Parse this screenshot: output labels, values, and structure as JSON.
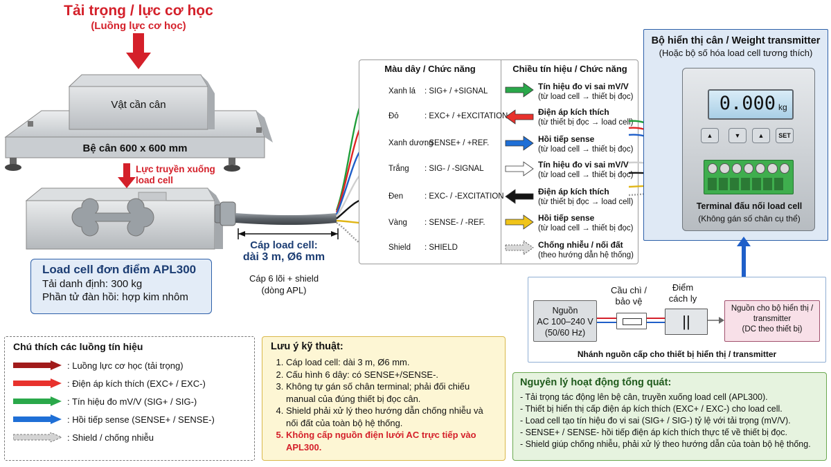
{
  "load": {
    "title": "Tải trọng / lực cơ học",
    "subtitle": "(Luồng lực cơ học)"
  },
  "object_label": "Vật cần cân",
  "platform_label": "Bệ cân 600 x 600 mm",
  "force_label": "Lực truyền xuống load cell",
  "loadcell_box": {
    "title": "Load cell đơn điểm APL300",
    "line1": "Tải danh định: 300 kg",
    "line2": "Phần tử đàn hồi: hợp kim nhôm"
  },
  "cable": {
    "title_line1": "Cáp load cell:",
    "title_line2": "dài 3 m, Ø6 mm",
    "note_line1": "Cáp 6 lõi + shield",
    "note_line2": "(dòng APL)"
  },
  "wire_table": {
    "col1_title": "Màu dây / Chức năng",
    "col2_title": "Chiều tín hiệu / Chức năng",
    "wires": [
      {
        "color_name": "Xanh lá",
        "function": ": SIG+ / +SIGNAL",
        "color": "#1f9e3a",
        "sig_title": "Tín hiệu đo vi sai mV/V",
        "sig_note": "(từ load cell → thiết bị đọc)"
      },
      {
        "color_name": "Đỏ",
        "function": ": EXC+ / +EXCITATION",
        "color": "#e02424",
        "sig_title": "Điện áp kích thích",
        "sig_note": "(từ thiết bị đọc → load cell)"
      },
      {
        "color_name": "Xanh dương",
        "function": ": SENSE+ / +REF.",
        "color": "#1f5fc9",
        "sig_title": "Hồi tiếp sense",
        "sig_note": "(từ load cell → thiết bị đọc)"
      },
      {
        "color_name": "Trắng",
        "function": ": SIG- / -SIGNAL",
        "color": "#ffffff",
        "sig_title": "Tín hiệu đo vi sai mV/V",
        "sig_note": "(từ load cell → thiết bị đọc)"
      },
      {
        "color_name": "Đen",
        "function": ": EXC- / -EXCITATION",
        "color": "#151515",
        "sig_title": "Điện áp kích thích",
        "sig_note": "(từ thiết bị đọc → load cell)"
      },
      {
        "color_name": "Vàng",
        "function": ": SENSE- / -REF.",
        "color": "#f0c419",
        "sig_title": "Hồi tiếp sense",
        "sig_note": "(từ load cell → thiết bị đọc)"
      },
      {
        "color_name": "Shield",
        "function": ": SHIELD",
        "color": "#9a9a9a",
        "sig_title": "Chống nhiễu / nối đất",
        "sig_note": "(theo hướng dẫn hệ thống)"
      }
    ]
  },
  "transmitter": {
    "title": "Bộ hiển thị cân / Weight transmitter",
    "subtitle": "(Hoặc bộ số hóa load cell tương thích)",
    "display_value": "0.000",
    "unit": "kg",
    "set_label": "SET",
    "terminal_label": "Terminal đấu nối load cell",
    "terminal_note": "(Không gán số chân cụ thể)"
  },
  "power": {
    "source_label": "Nguồn",
    "source_line2": "AC 100–240 V",
    "source_line3": "(50/60 Hz)",
    "fuse_label_line1": "Cầu chì /",
    "fuse_label_line2": "bảo vệ",
    "iso_label_line1": "Điểm",
    "iso_label_line2": "cách ly",
    "iso_symbol": "||",
    "dest_line1": "Nguồn cho bộ hiển thị /",
    "dest_line2": "transmitter",
    "dest_line3": "(DC theo thiết bị)",
    "caption": "Nhánh nguồn cấp cho thiết bị hiển thị / transmitter"
  },
  "legend": {
    "title": "Chú thích các luồng tín hiệu",
    "items": [
      {
        "label": ": Luồng lực cơ học (tải trọng)",
        "color": "#a11b1b"
      },
      {
        "label": ": Điện áp kích thích (EXC+ / EXC-)",
        "color": "#e8322d"
      },
      {
        "label": ": Tín hiệu đo mV/V (SIG+ / SIG-)",
        "color": "#2aa84a"
      },
      {
        "label": ": Hồi tiếp sense (SENSE+ / SENSE-)",
        "color": "#1f6fd6"
      },
      {
        "label": ": Shield / chống nhiễu",
        "color": "#bdbdbd"
      }
    ]
  },
  "notes": {
    "title": "Lưu ý kỹ thuật:",
    "items": [
      "Cáp load cell: dài 3 m, Ø6 mm.",
      "Cấu hình 6 dây: có SENSE+/SENSE-.",
      "Không tự gán số chân terminal; phải đối chiếu manual của đúng thiết bị đọc cân.",
      "Shield phải xử lý theo hướng dẫn chống nhiễu và nối đất của toàn bộ hệ thống."
    ],
    "warning": "Không cấp nguồn điện lưới AC trực tiếp vào APL300."
  },
  "principle": {
    "title": "Nguyên lý hoạt động tổng quát:",
    "items": [
      "- Tải trọng tác động lên bệ cân, truyền xuống load cell (APL300).",
      "- Thiết bị hiển thị cấp điện áp kích thích (EXC+ / EXC-) cho load cell.",
      "- Load cell tạo tín hiệu đo vi sai (SIG+ / SIG-) tỷ lệ với tải trọng (mV/V).",
      "- SENSE+ / SENSE- hồi tiếp điện áp kích thích thực tế về thiết bị đọc.",
      "- Shield giúp chống nhiễu, phải xử lý theo hướng dẫn của toàn bộ hệ thống."
    ]
  }
}
